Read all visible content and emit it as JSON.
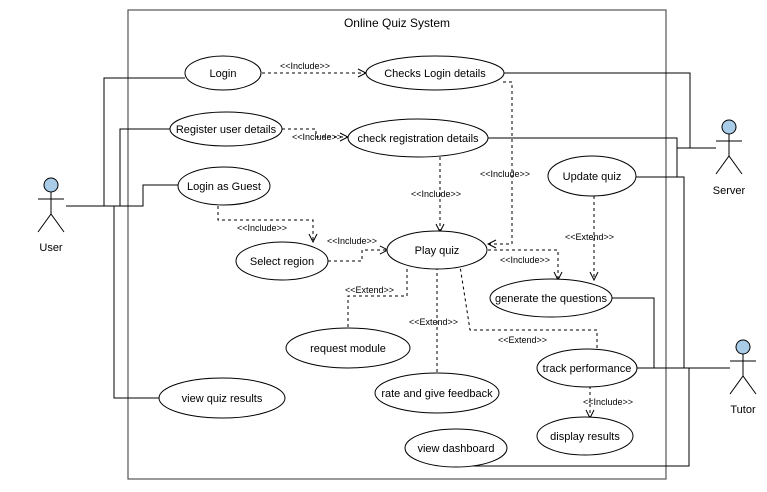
{
  "system": {
    "title": "Online Quiz System"
  },
  "actors": {
    "user": {
      "label": "User"
    },
    "server": {
      "label": "Server"
    },
    "tutor": {
      "label": "Tutor"
    }
  },
  "use_cases": {
    "login": "Login",
    "checks_login": "Checks Login details",
    "register": "Register user details",
    "check_registration": "check registration details",
    "login_guest": "Login as Guest",
    "update_quiz": "Update quiz",
    "select_region": "Select region",
    "play_quiz": "Play quiz",
    "generate_questions": "generate the questions",
    "request_module": "request module",
    "rate_feedback": "rate and give feedback",
    "track_performance": "track performance",
    "view_results": "view quiz results",
    "display_results": "display results",
    "view_dashboard": "view dashboard"
  },
  "relations": {
    "login_include": "<<Include>>",
    "register_include": "<<Include>>",
    "checkreg_include": "<<Include>>",
    "checklogin_include": "<<Include>>",
    "guest_include": "<<Include>>",
    "region_include": "<<Include>>",
    "play_generate_include": "<<Include>>",
    "update_extend": "<<Extend>>",
    "request_extend": "<<Extend>>",
    "rate_extend": "<<Extend>>",
    "track_extend": "<<Extend>>",
    "display_include": "<<Include>>"
  },
  "colors": {
    "actor_head": "#a9cce9",
    "line": "#000000",
    "system_border": "#555555"
  }
}
